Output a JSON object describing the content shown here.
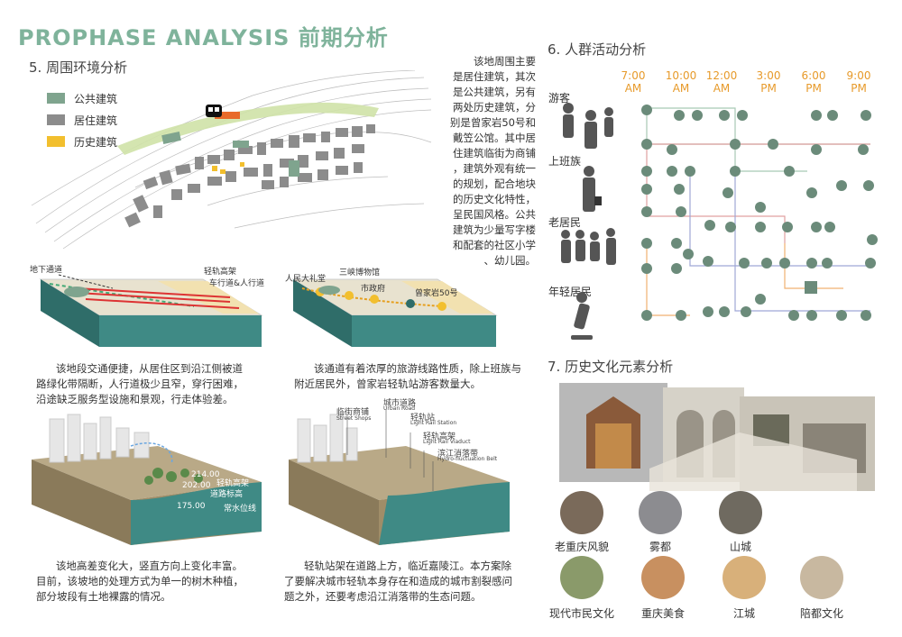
{
  "header": {
    "title": "PROPHASE ANALYSIS 前期分析"
  },
  "section5": {
    "heading": "5. 周围环境分析",
    "legend": [
      {
        "label": "公共建筑",
        "color": "#7fa48e"
      },
      {
        "label": "居住建筑",
        "color": "#8c8c8c"
      },
      {
        "label": "历史建筑",
        "color": "#f2bf2e"
      }
    ],
    "intro_lines": [
      "该地周围主要",
      "是居住建筑，其次",
      "是公共建筑，另有",
      "两处历史建筑，分",
      "别是曾家岩50号和",
      "戴笠公馆。其中居",
      "住建筑临街为商铺",
      "，建筑外观有统一",
      "的规划，配合地块",
      "的历史文化特性，",
      "呈民国风格。公共",
      "建筑为少量写字楼",
      "和配套的社区小学",
      "、幼儿园。"
    ],
    "diagram1": {
      "labels": {
        "underpass": "地下通道",
        "rail_viaduct": "轻轨高架",
        "road_walk": "车行道&人行道"
      },
      "text_lines": [
        "该地段交通便捷，从居住区到沿江侧被道",
        "路绿化带隔断，人行道极少且窄，穿行困难，",
        "沿途缺乏服务型设施和景观，行走体验差。"
      ]
    },
    "diagram2": {
      "labels": {
        "hall": "人民大礼堂",
        "museum": "三峡博物馆",
        "govt": "市政府",
        "zengjiayan": "曾家岩50号"
      },
      "text_lines": [
        "该通道有着浓厚的旅游线路性质，除上班族与",
        "附近居民外，曾家岩轻轨站游客数量大。"
      ]
    },
    "diagram3": {
      "labels": {
        "elev1": "214.00",
        "elev2": "202.00",
        "elev3": "175.00",
        "rail_elev": "轻轨高架",
        "road_elev": "道路标高",
        "water": "常水位线"
      },
      "text_lines": [
        "该地高差变化大，竖直方向上变化丰富。",
        "目前，该坡地的处理方式为单一的树木种植，",
        "部分坡段有土地裸露的情况。"
      ]
    },
    "diagram4": {
      "labels": {
        "street_shops_cn": "临街商铺",
        "street_shops_en": "Street Shops",
        "urban_road_cn": "城市道路",
        "urban_road_en": "Urban Road",
        "rail_station_cn": "轻轨站",
        "rail_station_en": "Light Rail Station",
        "rail_viaduct_cn": "轻轨高架",
        "rail_viaduct_en": "Light Rail Viaduct",
        "belt_cn": "滨江消落带",
        "belt_en": "Hydro-fluctuation Belt"
      },
      "text_lines": [
        "轻轨站架在道路上方，临近嘉陵江。本方案除",
        "了要解决城市轻轨本身存在和造成的城市割裂感问",
        "题之外，还要考虑沿江消落带的生态问题。"
      ]
    }
  },
  "section6": {
    "heading": "6. 人群活动分析",
    "times": [
      {
        "hour": "7:00",
        "ampm": "AM"
      },
      {
        "hour": "10:00",
        "ampm": "AM"
      },
      {
        "hour": "12:00",
        "ampm": "AM"
      },
      {
        "hour": "3:00",
        "ampm": "PM"
      },
      {
        "hour": "6:00",
        "ampm": "PM"
      },
      {
        "hour": "9:00",
        "ampm": "PM"
      }
    ],
    "groups": [
      {
        "label": "游客",
        "color": "#a8c9b5"
      },
      {
        "label": "上班族",
        "color": "#e0a0a0"
      },
      {
        "label": "老居民",
        "color": "#9fa8d6"
      },
      {
        "label": "年轻居民",
        "color": "#f0b070"
      }
    ]
  },
  "section7": {
    "heading": "7. 历史文化元素分析",
    "elements": [
      "老重庆风貌",
      "雾都",
      "山城",
      "现代市民文化",
      "重庆美食",
      "江城",
      "陪都文化"
    ]
  },
  "colors": {
    "accent": "#7fb39b",
    "time": "#e79a2a",
    "water": "#3f8a85",
    "public": "#7fa48e",
    "residential": "#8c8c8c",
    "historic": "#f2bf2e"
  }
}
